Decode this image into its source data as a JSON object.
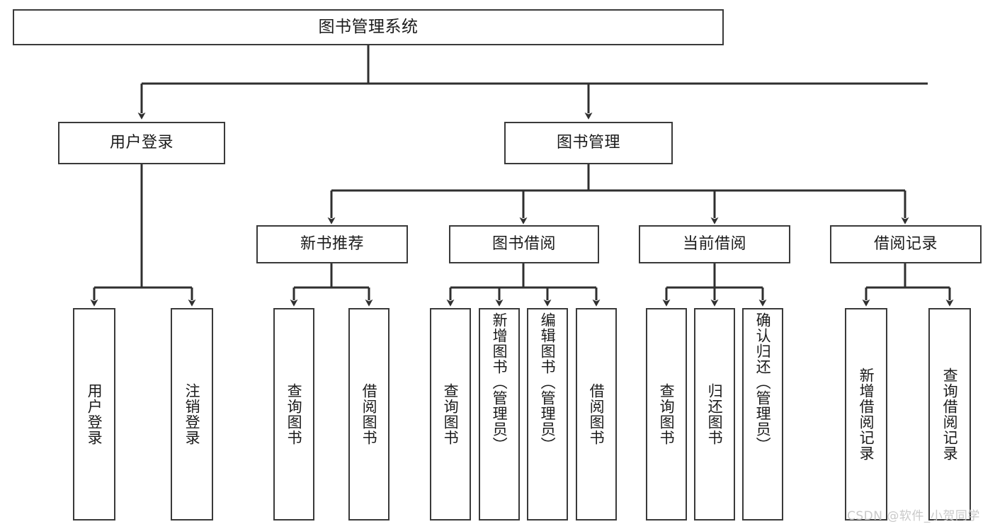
{
  "diagram": {
    "type": "tree",
    "title": "图书管理系统",
    "orientation": "top-down",
    "colors": {
      "background": "#ffffff",
      "box_border": "#3a3a3a",
      "box_fill": "#ffffff",
      "text": "#1b1b1b",
      "edge": "#2f2f2f",
      "watermark": "#c9c9c9"
    },
    "watermark": "CSDN @软件_小贺同学",
    "nodes": {
      "root": {
        "label": "图书管理系统"
      },
      "level1": [
        {
          "id": "user-login",
          "label": "用户登录"
        },
        {
          "id": "book-manage",
          "label": "图书管理"
        }
      ],
      "level2": [
        {
          "id": "new-book-recommend",
          "label": "新书推荐",
          "parent": "book-manage"
        },
        {
          "id": "book-borrow",
          "label": "图书借阅",
          "parent": "book-manage"
        },
        {
          "id": "current-borrow",
          "label": "当前借阅",
          "parent": "book-manage"
        },
        {
          "id": "borrow-record",
          "label": "借阅记录",
          "parent": "book-manage"
        }
      ],
      "leaves": [
        {
          "id": "leaf-user-login",
          "label": "用户登录",
          "parent": "user-login"
        },
        {
          "id": "leaf-user-logout",
          "label": "注销登录",
          "parent": "user-login"
        },
        {
          "id": "leaf-query-book-1",
          "label": "查询图书",
          "parent": "new-book-recommend"
        },
        {
          "id": "leaf-borrow-book-1",
          "label": "借阅图书",
          "parent": "new-book-recommend"
        },
        {
          "id": "leaf-query-book-2",
          "label": "查询图书",
          "parent": "book-borrow"
        },
        {
          "id": "leaf-add-book",
          "label": "新增图书（管理员）",
          "parent": "book-borrow"
        },
        {
          "id": "leaf-edit-book",
          "label": "编辑图书（管理员）",
          "parent": "book-borrow"
        },
        {
          "id": "leaf-borrow-book-2",
          "label": "借阅图书",
          "parent": "book-borrow"
        },
        {
          "id": "leaf-query-book-3",
          "label": "查询图书",
          "parent": "current-borrow"
        },
        {
          "id": "leaf-return-book",
          "label": "归还图书",
          "parent": "current-borrow"
        },
        {
          "id": "leaf-confirm-return",
          "label": "确认归还（管理员）",
          "parent": "current-borrow"
        },
        {
          "id": "leaf-add-record",
          "label": "新增借阅记录",
          "parent": "borrow-record"
        },
        {
          "id": "leaf-query-record",
          "label": "查询借阅记录",
          "parent": "borrow-record"
        }
      ]
    }
  }
}
